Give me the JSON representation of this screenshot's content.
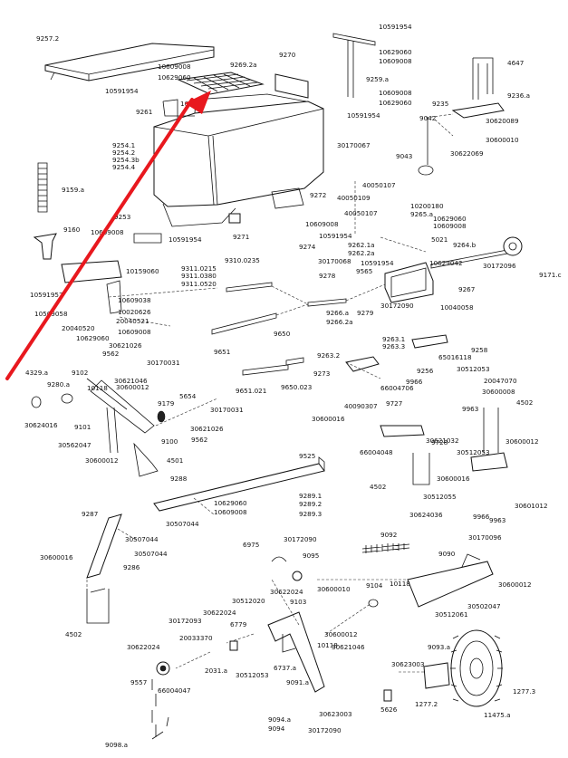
{
  "colors": {
    "ink": "#111111",
    "arrow": "#e8181e",
    "background": "#ffffff"
  },
  "labels": [
    "9257.2",
    "10591954",
    "10629060",
    "10609008",
    "10609008",
    "10629060",
    "10591954",
    "9270",
    "9269.2a",
    "9259.a",
    "10609008",
    "10629060",
    "10591954",
    "4647",
    "9236.a",
    "9235",
    "30620089",
    "30600010",
    "9042",
    "30622069",
    "9043",
    "9261",
    "10591",
    "9254.1",
    "9254.2",
    "9254.3b",
    "9254.4",
    "30170067",
    "40050107",
    "40050109",
    "40050107",
    "9159.a",
    "9272",
    "10609008",
    "10200180",
    "9265.a",
    "10629060",
    "10609008",
    "9271",
    "9160",
    "9253",
    "10609008",
    "10591954",
    "10591954",
    "9274",
    "9262.1a",
    "9262.2a",
    "5021",
    "9264.b",
    "10591954",
    "10629042",
    "9311.0215",
    "9310.0235",
    "30170068",
    "9311.0380",
    "9311.0520",
    "10159060",
    "9278",
    "9565",
    "30172096",
    "9171.c",
    "10591957",
    "10609038",
    "10020626",
    "20040521",
    "20040520",
    "10509058",
    "10629060",
    "10609008",
    "9267",
    "9266.a",
    "9266.2a",
    "9279",
    "30172090",
    "10040058",
    "9651",
    "9650",
    "9258",
    "9263.1",
    "9263.3",
    "30621026",
    "9562",
    "30170031",
    "9263.2",
    "9256",
    "9273",
    "4329.a",
    "9102",
    "9280.a",
    "10118",
    "30600012",
    "30621046",
    "5654",
    "9179",
    "9651.021",
    "9650.023",
    "65016118",
    "30512053",
    "20047070",
    "9966",
    "66004706",
    "30600008",
    "40090307",
    "9727",
    "9963",
    "4502",
    "30624016",
    "9101",
    "9100",
    "30170031",
    "30621026",
    "9562",
    "30562047",
    "4501",
    "30600012",
    "30600016",
    "30512053",
    "66004048",
    "9728",
    "30621032",
    "30600012",
    "9525",
    "4502",
    "30600016",
    "30512055",
    "9288",
    "30601012",
    "9966",
    "9963",
    "10629060",
    "10609008",
    "9289.1",
    "9289.2",
    "9289.3",
    "30507044",
    "9287",
    "30624036",
    "9092",
    "30170096",
    "30507044",
    "30507044",
    "6975",
    "30172090",
    "9095",
    "9090",
    "30600016",
    "9286",
    "30622024",
    "30600010",
    "9104",
    "10118",
    "30600012",
    "4502",
    "30512020",
    "9103",
    "30512061",
    "30502047",
    "30172093",
    "30622024",
    "6779",
    "30600012",
    "20033370",
    "30622024",
    "10118",
    "30621046",
    "9093.a",
    "30512053",
    "2031.a",
    "6737.a",
    "9091.a",
    "30623003",
    "9557",
    "66004047",
    "30623003",
    "5626",
    "1277.2",
    "11475.a",
    "1277.3",
    "9094.a",
    "9094",
    "30172090",
    "9098.a"
  ]
}
